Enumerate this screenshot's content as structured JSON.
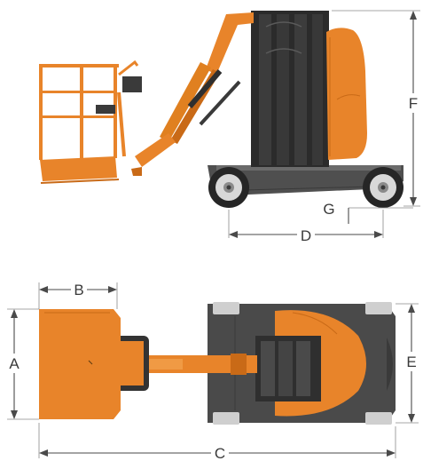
{
  "dimensions": {
    "a": "A",
    "b": "B",
    "c": "C",
    "d": "D",
    "e": "E",
    "f": "F",
    "g": "G"
  },
  "colors": {
    "orange": "#e8842a",
    "orange_dark": "#c96a17",
    "chassis": "#4a4a4a",
    "mast": "#2f2f2f",
    "tire": "#2a2a2a",
    "wheel": "#d4d4d4",
    "dimension_line": "#4a4a4a"
  }
}
